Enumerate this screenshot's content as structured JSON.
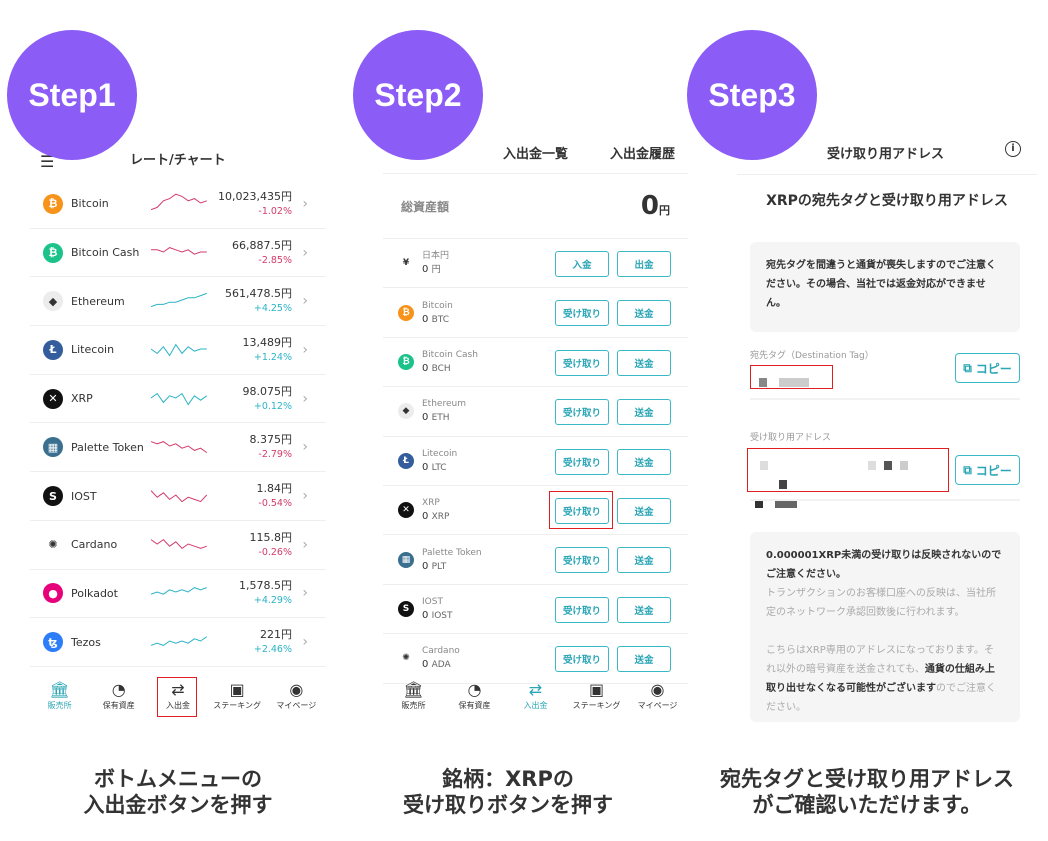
{
  "steps": [
    "Step1",
    "Step2",
    "Step3"
  ],
  "colors": {
    "accent": "#8b5cf6",
    "teal": "#2aa5b5",
    "negative": "#d33b6a",
    "positive": "#2bb3c6",
    "highlight": "#e02020"
  },
  "panel1": {
    "title": "レート/チャート",
    "menu_icon": "hamburger-icon",
    "coins": [
      {
        "name": "Bitcoin",
        "price": "10,023,435円",
        "change": "-1.02%",
        "color": "#f7931a",
        "glyph": "₿"
      },
      {
        "name": "Bitcoin Cash",
        "price": "66,887.5円",
        "change": "-2.85%",
        "color": "#1bc38b",
        "glyph": "₿"
      },
      {
        "name": "Ethereum",
        "price": "561,478.5円",
        "change": "+4.25%",
        "color": "#ececec",
        "glyph": "◆"
      },
      {
        "name": "Litecoin",
        "price": "13,489円",
        "change": "+1.24%",
        "color": "#345d9d",
        "glyph": "Ł"
      },
      {
        "name": "XRP",
        "price": "98.075円",
        "change": "+0.12%",
        "color": "#111111",
        "glyph": "✕"
      },
      {
        "name": "Palette Token",
        "price": "8.375円",
        "change": "-2.79%",
        "color": "#3a6f8f",
        "glyph": "▦"
      },
      {
        "name": "IOST",
        "price": "1.84円",
        "change": "-0.54%",
        "color": "#111111",
        "glyph": "S"
      },
      {
        "name": "Cardano",
        "price": "115.8円",
        "change": "-0.26%",
        "color": "#ffffff",
        "glyph": "✺"
      },
      {
        "name": "Polkadot",
        "price": "1,578.5円",
        "change": "+4.29%",
        "color": "#e6007a",
        "glyph": "●"
      },
      {
        "name": "Tezos",
        "price": "221円",
        "change": "+2.46%",
        "color": "#2c7df7",
        "glyph": "ꜩ"
      }
    ]
  },
  "nav": [
    {
      "label": "販売所",
      "icon": "bank-icon"
    },
    {
      "label": "保有資産",
      "icon": "pie-chart-icon"
    },
    {
      "label": "入出金",
      "icon": "transfer-icon"
    },
    {
      "label": "ステーキング",
      "icon": "staking-icon"
    },
    {
      "label": "マイページ",
      "icon": "user-icon"
    }
  ],
  "panel2": {
    "tab1": "入出金一覧",
    "tab2": "入出金履歴",
    "total_label": "総資産額",
    "total_value": "0",
    "total_unit": "円",
    "assets": [
      {
        "name": "日本円",
        "amount": "0",
        "unit": "円",
        "btn1": "入金",
        "btn2": "出金",
        "color": "#ffffff",
        "glyph": "¥"
      },
      {
        "name": "Bitcoin",
        "amount": "0",
        "unit": "BTC",
        "btn1": "受け取り",
        "btn2": "送金",
        "color": "#f7931a",
        "glyph": "₿"
      },
      {
        "name": "Bitcoin Cash",
        "amount": "0",
        "unit": "BCH",
        "btn1": "受け取り",
        "btn2": "送金",
        "color": "#1bc38b",
        "glyph": "₿"
      },
      {
        "name": "Ethereum",
        "amount": "0",
        "unit": "ETH",
        "btn1": "受け取り",
        "btn2": "送金",
        "color": "#ececec",
        "glyph": "◆"
      },
      {
        "name": "Litecoin",
        "amount": "0",
        "unit": "LTC",
        "btn1": "受け取り",
        "btn2": "送金",
        "color": "#345d9d",
        "glyph": "Ł"
      },
      {
        "name": "XRP",
        "amount": "0",
        "unit": "XRP",
        "btn1": "受け取り",
        "btn2": "送金",
        "color": "#111111",
        "glyph": "✕"
      },
      {
        "name": "Palette Token",
        "amount": "0",
        "unit": "PLT",
        "btn1": "受け取り",
        "btn2": "送金",
        "color": "#3a6f8f",
        "glyph": "▦"
      },
      {
        "name": "IOST",
        "amount": "0",
        "unit": "IOST",
        "btn1": "受け取り",
        "btn2": "送金",
        "color": "#111111",
        "glyph": "S"
      },
      {
        "name": "Cardano",
        "amount": "0",
        "unit": "ADA",
        "btn1": "受け取り",
        "btn2": "送金",
        "color": "#ffffff",
        "glyph": "✺"
      }
    ]
  },
  "panel3": {
    "header": "受け取り用アドレス",
    "title": "XRPの宛先タグと受け取り用アドレス",
    "warning": "宛先タグを間違うと通貨が喪失しますのでご注意ください。その場合、当社では返金対応ができません。",
    "tag_label": "宛先タグ（Destination Tag）",
    "address_label": "受け取り用アドレス",
    "copy": "コピー",
    "note_bold": "0.000001XRP未満の受け取りは反映されないのでご注意ください。",
    "note1": "トランザクションのお客様口座への反映は、当社所定のネットワーク承認回数後に行われます。",
    "note2a": "こちらはXRP専用のアドレスになっております。それ以外の暗号資産を送金されても、",
    "note2b": "通貨の仕組み上取り出せなくなる可能性がございます",
    "note2c": "のでご注意ください。"
  },
  "captions": [
    {
      "l1": "ボトムメニューの",
      "l2": "入出金ボタンを押す"
    },
    {
      "l1": "銘柄：XRPの",
      "l2": "受け取りボタンを押す"
    },
    {
      "l1": "宛先タグと受け取り用アドレス",
      "l2": "がご確認いただけます。"
    }
  ]
}
